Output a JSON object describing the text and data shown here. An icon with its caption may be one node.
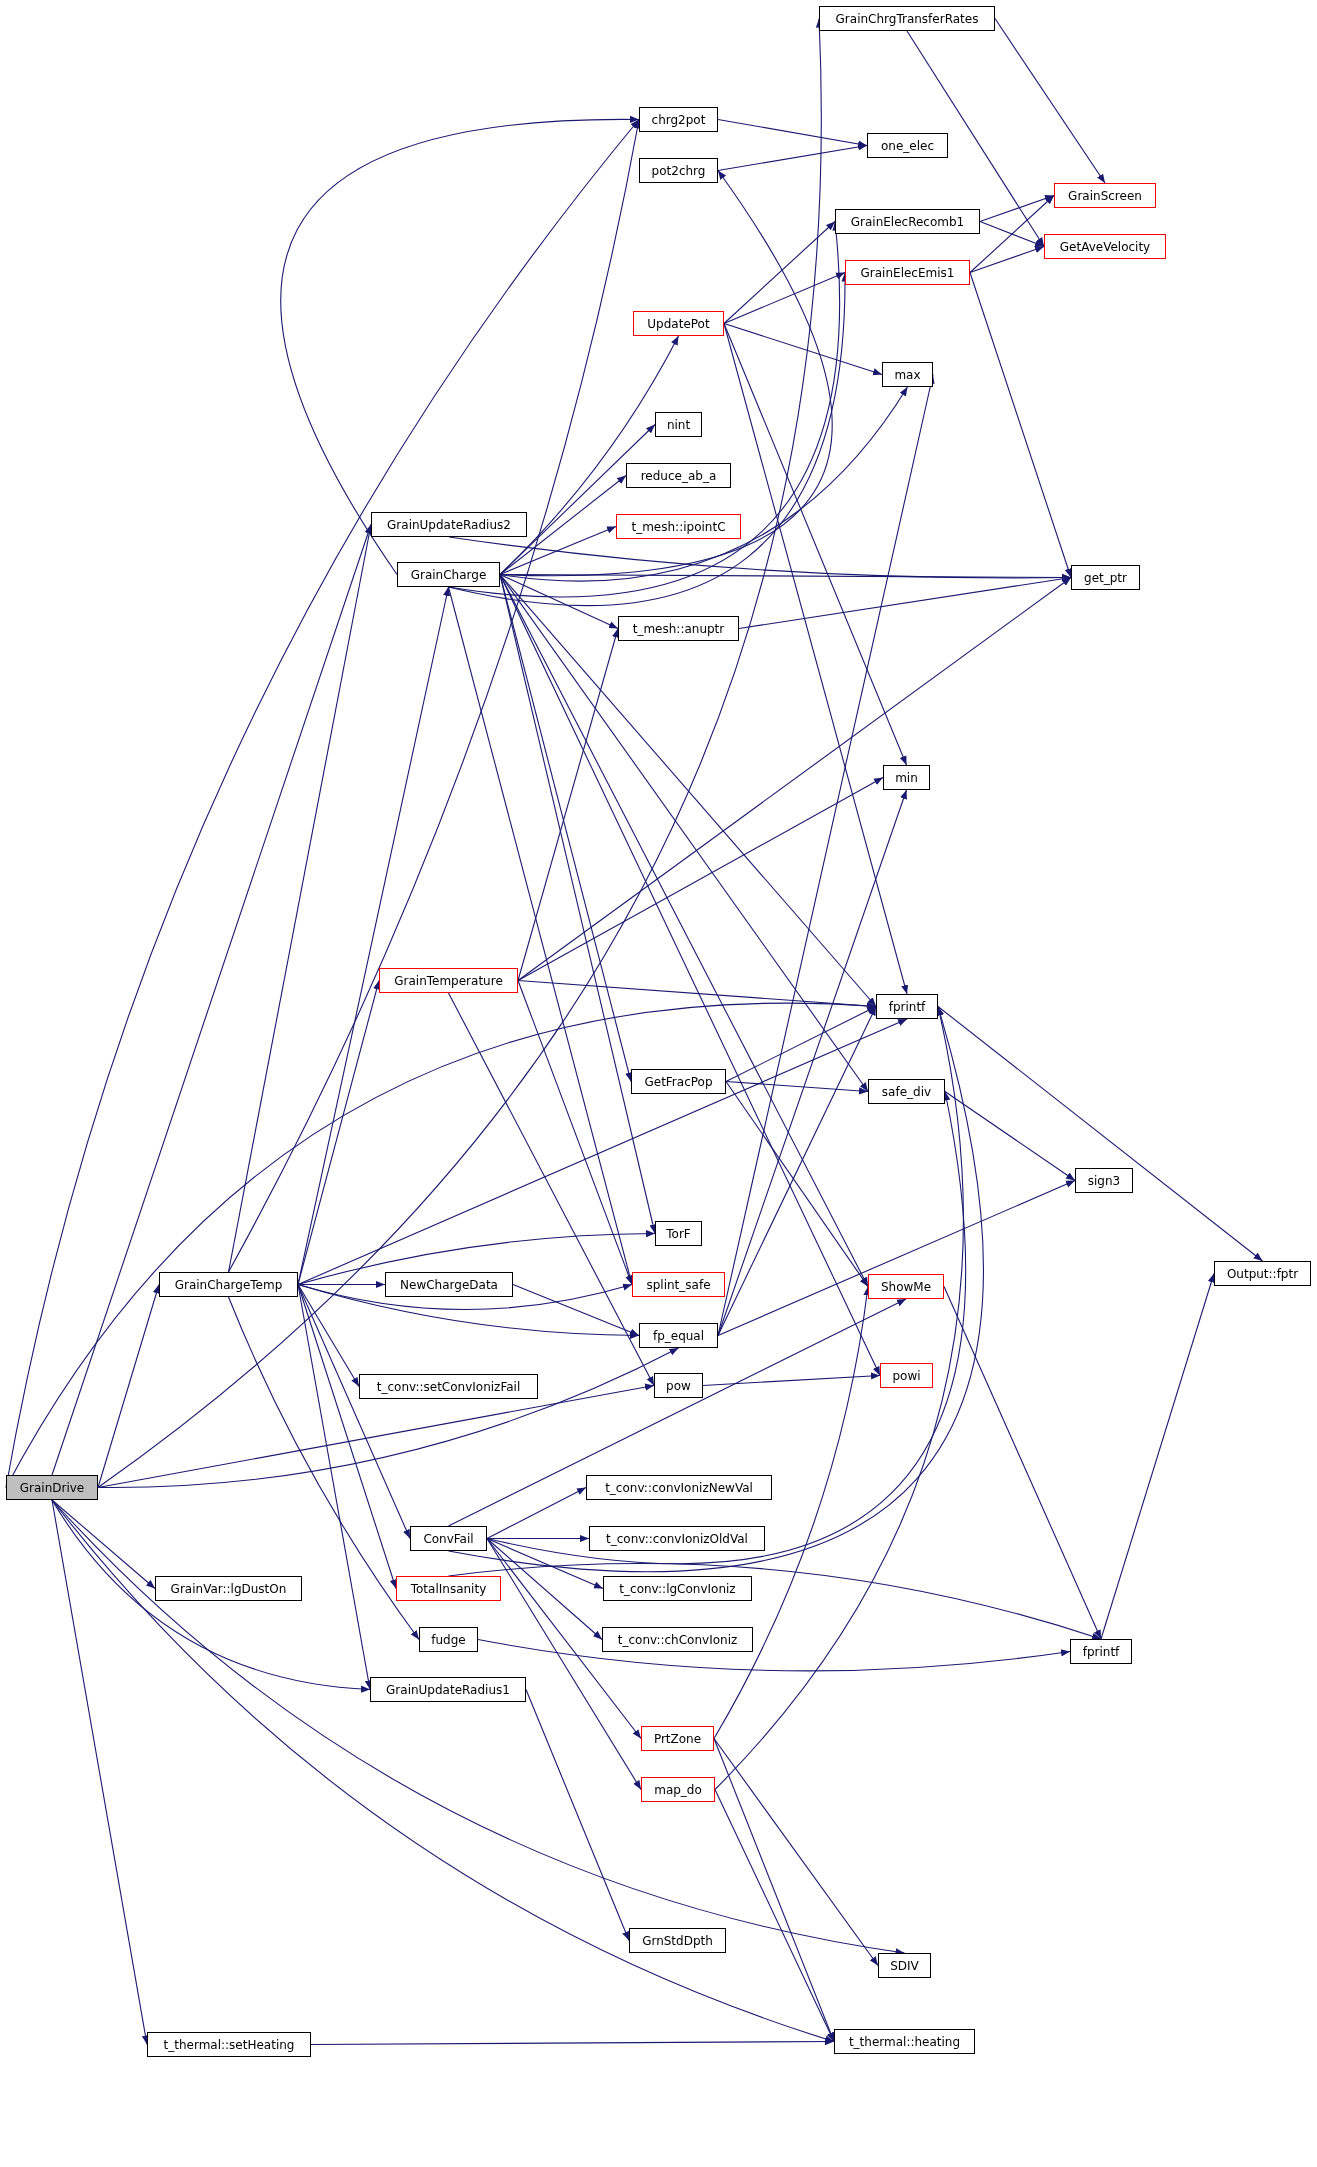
{
  "diagram": {
    "nodes": [
      {
        "text": [
          "GrainDrive"
        ]
      },
      {
        "text": [
          "GrainChrgTransferRates"
        ]
      },
      {
        "text": [
          "chrg2pot"
        ]
      },
      {
        "text": [
          "one_elec"
        ]
      },
      {
        "text": [
          "pot2chrg"
        ]
      },
      {
        "text": [
          "GrainElecRecomb1"
        ]
      },
      {
        "text": [
          "GrainScreen"
        ]
      },
      {
        "text": [
          "GetAveVelocity"
        ]
      },
      {
        "text": [
          "GrainElecEmis1"
        ]
      },
      {
        "text": [
          "UpdatePot"
        ]
      },
      {
        "text": [
          "max"
        ]
      },
      {
        "text": [
          "nint"
        ]
      },
      {
        "text": [
          "reduce_ab_a"
        ]
      },
      {
        "text": [
          "t_mesh::ipointC"
        ]
      },
      {
        "text": [
          "GrainUpdateRadius2"
        ]
      },
      {
        "text": [
          "GrainCharge"
        ]
      },
      {
        "text": [
          "get_ptr"
        ]
      },
      {
        "text": [
          "t_mesh::anuptr"
        ]
      },
      {
        "text": [
          "min"
        ]
      },
      {
        "text": [
          "GrainTemperature"
        ]
      },
      {
        "text": [
          "fprintf"
        ]
      },
      {
        "text": [
          "GetFracPop"
        ]
      },
      {
        "text": [
          "safe_div"
        ]
      },
      {
        "text": [
          "sign3"
        ]
      },
      {
        "text": [
          "TorF"
        ]
      },
      {
        "text": [
          "splint_safe"
        ]
      },
      {
        "text": [
          "GrainChargeTemp"
        ]
      },
      {
        "text": [
          "NewChargeData"
        ]
      },
      {
        "text": [
          "Output::fptr"
        ]
      },
      {
        "text": [
          "ShowMe"
        ]
      },
      {
        "text": [
          "fp_equal"
        ]
      },
      {
        "text": [
          "t_conv::setConvIonizFail"
        ]
      },
      {
        "text": [
          "pow"
        ]
      },
      {
        "text": [
          "powi"
        ]
      },
      {
        "text": [
          "t_conv::convIonizNewVal"
        ]
      },
      {
        "text": [
          "ConvFail"
        ]
      },
      {
        "text": [
          "t_conv::convIonizOldVal"
        ]
      },
      {
        "text": [
          "GrainVar::lgDustOn"
        ]
      },
      {
        "text": [
          "TotalInsanity"
        ]
      },
      {
        "text": [
          "t_conv::lgConvIoniz"
        ]
      },
      {
        "text": [
          "fudge"
        ]
      },
      {
        "text": [
          "t_conv::chConvIoniz"
        ]
      },
      {
        "text": [
          "fprintf"
        ]
      },
      {
        "text": [
          "GrainUpdateRadius1"
        ]
      },
      {
        "text": [
          "PrtZone"
        ]
      },
      {
        "text": [
          "map_do"
        ]
      },
      {
        "text": [
          "GrnStdDpth"
        ]
      },
      {
        "text": [
          "SDIV"
        ]
      },
      {
        "text": [
          "t_thermal::setHeating"
        ]
      },
      {
        "text": [
          "t_thermal::heating"
        ]
      }
    ],
    "edges": [
      {
        "from": 0,
        "to": 1,
        "arrow": "to"
      },
      {
        "from": 0,
        "to": 2,
        "arrow": "to"
      },
      {
        "from": 0,
        "to": 14,
        "arrow": "to"
      },
      {
        "from": 0,
        "to": 26,
        "arrow": "to"
      },
      {
        "from": 0,
        "to": 20,
        "arrow": "to"
      },
      {
        "from": 0,
        "to": 30,
        "arrow": "to"
      },
      {
        "from": 0,
        "to": 32,
        "arrow": "to"
      },
      {
        "from": 0,
        "to": 37,
        "arrow": "to"
      },
      {
        "from": 0,
        "to": 43,
        "arrow": "to"
      },
      {
        "from": 0,
        "to": 47,
        "arrow": "to"
      },
      {
        "from": 0,
        "to": 48,
        "arrow": "to"
      },
      {
        "from": 0,
        "to": 49,
        "arrow": "to"
      },
      {
        "from": 1,
        "to": 6,
        "arrow": "to"
      },
      {
        "from": 1,
        "to": 7,
        "arrow": "to"
      },
      {
        "from": 2,
        "to": 3,
        "arrow": "to"
      },
      {
        "from": 4,
        "to": 3,
        "arrow": "to"
      },
      {
        "from": 5,
        "to": 6,
        "arrow": "to"
      },
      {
        "from": 5,
        "to": 7,
        "arrow": "to"
      },
      {
        "from": 8,
        "to": 6,
        "arrow": "to"
      },
      {
        "from": 8,
        "to": 7,
        "arrow": "to"
      },
      {
        "from": 8,
        "to": 16,
        "arrow": "to"
      },
      {
        "from": 9,
        "to": 5,
        "arrow": "to"
      },
      {
        "from": 9,
        "to": 8,
        "arrow": "to"
      },
      {
        "from": 9,
        "to": 10,
        "arrow": "to"
      },
      {
        "from": 9,
        "to": 18,
        "arrow": "to"
      },
      {
        "from": 9,
        "to": 20,
        "arrow": "to"
      },
      {
        "from": 14,
        "to": 16,
        "arrow": "to"
      },
      {
        "from": 15,
        "to": 2,
        "arrow": "to"
      },
      {
        "from": 15,
        "to": 4,
        "arrow": "to"
      },
      {
        "from": 15,
        "to": 5,
        "arrow": "to"
      },
      {
        "from": 15,
        "to": 8,
        "arrow": "to"
      },
      {
        "from": 15,
        "to": 9,
        "arrow": "to"
      },
      {
        "from": 15,
        "to": 10,
        "arrow": "to"
      },
      {
        "from": 15,
        "to": 11,
        "arrow": "to"
      },
      {
        "from": 15,
        "to": 12,
        "arrow": "to"
      },
      {
        "from": 15,
        "to": 13,
        "arrow": "to"
      },
      {
        "from": 15,
        "to": 16,
        "arrow": "to"
      },
      {
        "from": 15,
        "to": 17,
        "arrow": "to"
      },
      {
        "from": 15,
        "to": 20,
        "arrow": "to"
      },
      {
        "from": 15,
        "to": 21,
        "arrow": "to"
      },
      {
        "from": 15,
        "to": 22,
        "arrow": "to"
      },
      {
        "from": 15,
        "to": 24,
        "arrow": "to"
      },
      {
        "from": 15,
        "to": 25,
        "arrow": "to"
      },
      {
        "from": 15,
        "to": 29,
        "arrow": "to"
      },
      {
        "from": 15,
        "to": 33,
        "arrow": "to"
      },
      {
        "from": 17,
        "to": 16,
        "arrow": "to"
      },
      {
        "from": 19,
        "to": 16,
        "arrow": "to"
      },
      {
        "from": 19,
        "to": 18,
        "arrow": "to"
      },
      {
        "from": 19,
        "to": 20,
        "arrow": "to"
      },
      {
        "from": 19,
        "to": 17,
        "arrow": "to"
      },
      {
        "from": 19,
        "to": 25,
        "arrow": "to"
      },
      {
        "from": 19,
        "to": 32,
        "arrow": "to"
      },
      {
        "from": 20,
        "to": 28,
        "arrow": "to"
      },
      {
        "from": 21,
        "to": 20,
        "arrow": "to"
      },
      {
        "from": 21,
        "to": 22,
        "arrow": "to"
      },
      {
        "from": 21,
        "to": 29,
        "arrow": "to"
      },
      {
        "from": 22,
        "to": 23,
        "arrow": "to"
      },
      {
        "from": 26,
        "to": 15,
        "arrow": "to"
      },
      {
        "from": 26,
        "to": 19,
        "arrow": "to"
      },
      {
        "from": 26,
        "to": 14,
        "arrow": "to"
      },
      {
        "from": 26,
        "to": 2,
        "arrow": "to"
      },
      {
        "from": 26,
        "to": 20,
        "arrow": "to"
      },
      {
        "from": 26,
        "to": 24,
        "arrow": "to"
      },
      {
        "from": 26,
        "to": 25,
        "arrow": "to"
      },
      {
        "from": 26,
        "to": 27,
        "arrow": "to"
      },
      {
        "from": 26,
        "to": 30,
        "arrow": "to"
      },
      {
        "from": 26,
        "to": 31,
        "arrow": "to"
      },
      {
        "from": 26,
        "to": 35,
        "arrow": "to"
      },
      {
        "from": 26,
        "to": 38,
        "arrow": "to"
      },
      {
        "from": 26,
        "to": 40,
        "arrow": "to"
      },
      {
        "from": 26,
        "to": 43,
        "arrow": "to"
      },
      {
        "from": 27,
        "to": 30,
        "arrow": "to"
      },
      {
        "from": 30,
        "to": 20,
        "arrow": "to"
      },
      {
        "from": 30,
        "to": 18,
        "arrow": "to"
      },
      {
        "from": 30,
        "to": 10,
        "arrow": "to"
      },
      {
        "from": 30,
        "to": 23,
        "arrow": "to"
      },
      {
        "from": 32,
        "to": 33,
        "arrow": "to"
      },
      {
        "from": 29,
        "to": 42,
        "arrow": "to"
      },
      {
        "from": 42,
        "to": 28,
        "arrow": "to"
      },
      {
        "from": 35,
        "to": 20,
        "arrow": "to"
      },
      {
        "from": 35,
        "to": 34,
        "arrow": "to"
      },
      {
        "from": 35,
        "to": 36,
        "arrow": "to"
      },
      {
        "from": 35,
        "to": 39,
        "arrow": "to"
      },
      {
        "from": 35,
        "to": 41,
        "arrow": "to"
      },
      {
        "from": 35,
        "to": 44,
        "arrow": "to"
      },
      {
        "from": 35,
        "to": 45,
        "arrow": "to"
      },
      {
        "from": 35,
        "to": 29,
        "arrow": "to"
      },
      {
        "from": 35,
        "to": 22,
        "arrow": "to"
      },
      {
        "from": 38,
        "to": 42,
        "arrow": "to"
      },
      {
        "from": 40,
        "to": 42,
        "arrow": "to"
      },
      {
        "from": 43,
        "to": 46,
        "arrow": "to"
      },
      {
        "from": 44,
        "to": 29,
        "arrow": "to"
      },
      {
        "from": 44,
        "to": 47,
        "arrow": "to"
      },
      {
        "from": 44,
        "to": 49,
        "arrow": "to"
      },
      {
        "from": 45,
        "to": 20,
        "arrow": "to"
      },
      {
        "from": 45,
        "to": 49,
        "arrow": "to"
      },
      {
        "from": 48,
        "to": 49,
        "arrow": "to"
      }
    ]
  }
}
